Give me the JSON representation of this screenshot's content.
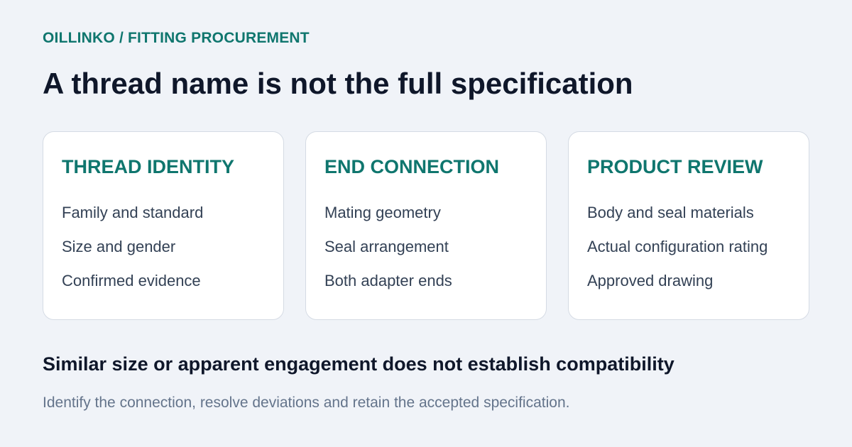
{
  "header": {
    "eyebrow": "OILLINKO / FITTING PROCUREMENT",
    "title": "A thread name is not the full specification"
  },
  "cards": [
    {
      "title": "THREAD IDENTITY",
      "items": [
        "Family and standard",
        "Size and gender",
        "Confirmed evidence"
      ]
    },
    {
      "title": "END CONNECTION",
      "items": [
        "Mating geometry",
        "Seal arrangement",
        "Both adapter ends"
      ]
    },
    {
      "title": "PRODUCT REVIEW",
      "items": [
        "Body and seal materials",
        "Actual configuration rating",
        "Approved drawing"
      ]
    }
  ],
  "footer": {
    "heading": "Similar size or apparent engagement does not establish compatibility",
    "text": "Identify the connection, resolve deviations and retain the accepted specification."
  },
  "colors": {
    "background": "#f0f3f8",
    "accent": "#0f766e",
    "title": "#0f172a",
    "body": "#334155",
    "muted": "#64748b",
    "card_border": "#d5dbe4"
  }
}
